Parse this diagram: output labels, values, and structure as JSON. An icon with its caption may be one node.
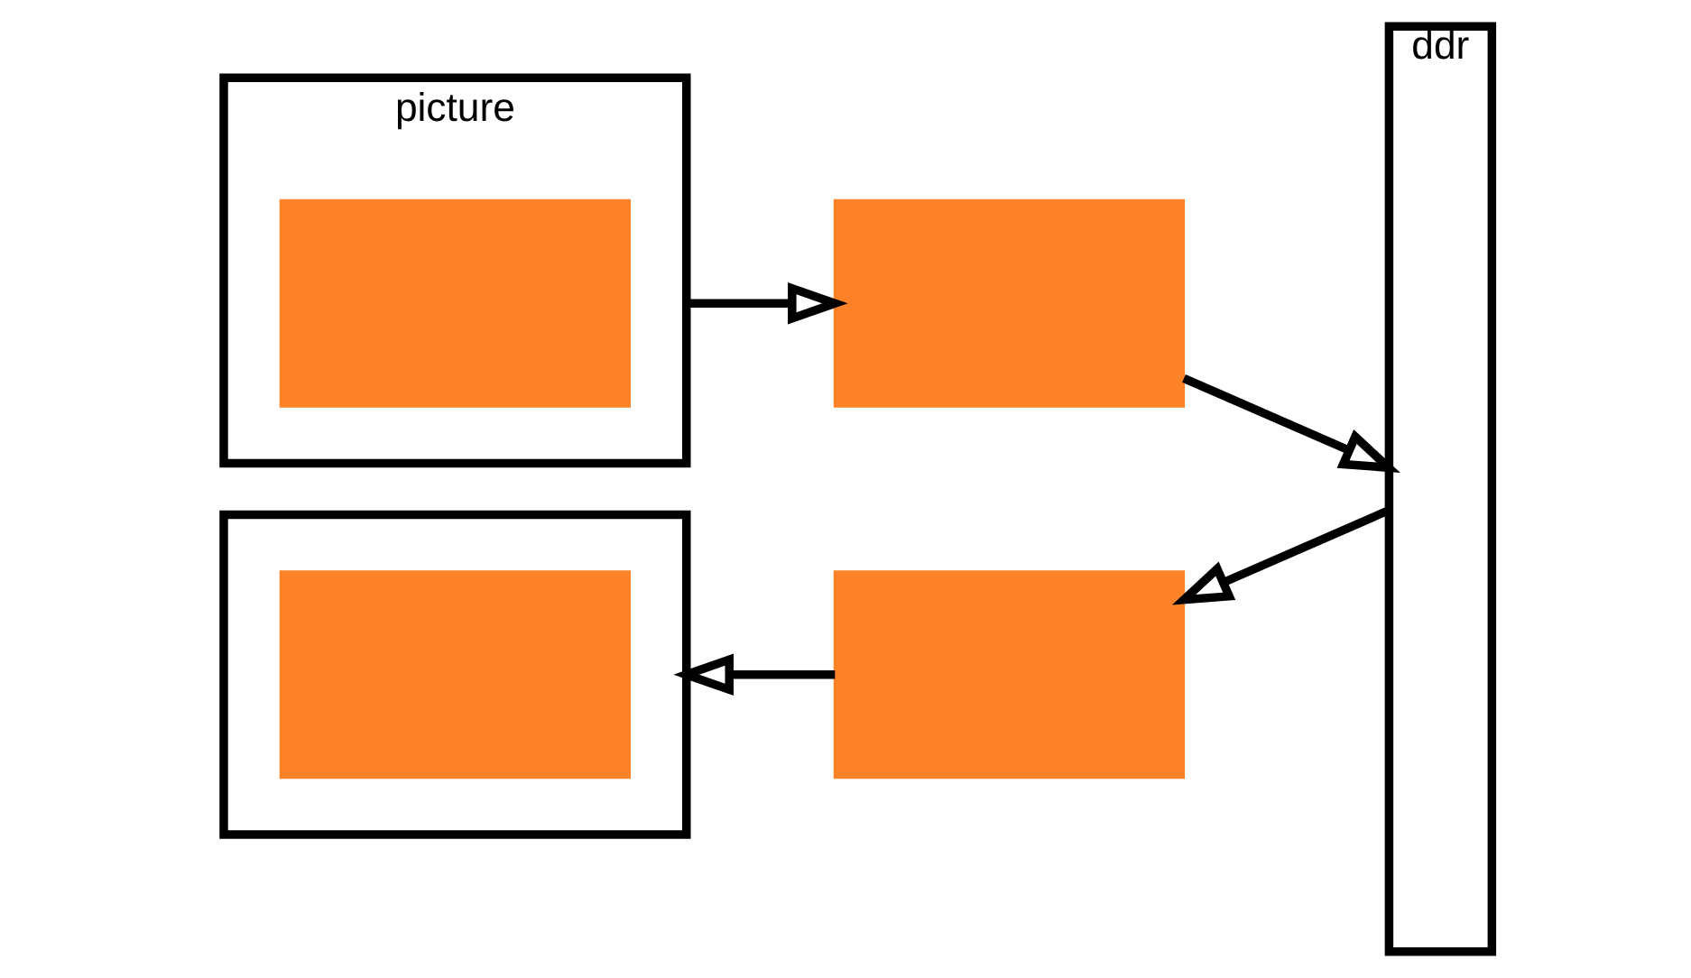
{
  "diagram": {
    "nodes": [
      {
        "text": [
          "picture"
        ]
      },
      {
        "text": [],
        "shape": "box",
        "in": 0
      },
      {
        "text": [],
        "shape": "box"
      },
      {
        "text": [
          "ddr"
        ]
      },
      {
        "text": [],
        "shape": "box"
      },
      {
        "text": [],
        "shape": "box"
      },
      {
        "text": [],
        "shape": "box",
        "in": 5
      }
    ],
    "edges": [
      {
        "from": 0,
        "to": 2,
        "arrow": "to"
      },
      {
        "from": 2,
        "to": 3,
        "arrow": "to"
      },
      {
        "from": 3,
        "to": 4,
        "arrow": "to"
      },
      {
        "from": 4,
        "to": 5,
        "arrow": "to"
      }
    ]
  }
}
